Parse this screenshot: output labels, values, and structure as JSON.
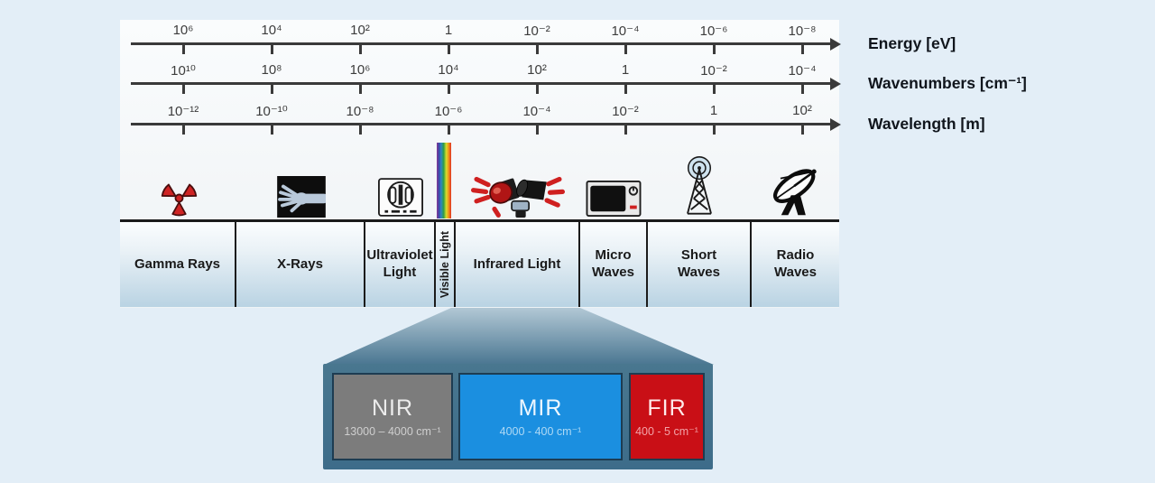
{
  "figure": "electromagnetic-spectrum-diagram",
  "colors": {
    "background": "#e3eef7",
    "axis": "#3a3a3a",
    "band_gradient_bottom": "#b9d3e3",
    "ir_panel": "#3f6e8c",
    "nir_box": "#7c7c7c",
    "mir_box": "#1b8fe0",
    "fir_box": "#c90f16"
  },
  "axes": [
    {
      "label": "Energy [eV]",
      "ticks": [
        "10⁶",
        "10⁴",
        "10²",
        "1",
        "10⁻²",
        "10⁻⁴",
        "10⁻⁶",
        "10⁻⁸"
      ]
    },
    {
      "label": "Wavenumbers [cm⁻¹]",
      "ticks": [
        "10¹⁰",
        "10⁸",
        "10⁶",
        "10⁴",
        "10²",
        "1",
        "10⁻²",
        "10⁻⁴"
      ]
    },
    {
      "label": "Wavelength [m]",
      "ticks": [
        "10⁻¹²",
        "10⁻¹⁰",
        "10⁻⁸",
        "10⁻⁶",
        "10⁻⁴",
        "10⁻²",
        "1",
        "10²"
      ]
    }
  ],
  "bands": [
    {
      "label": "Gamma Rays",
      "icon": "radiation-icon"
    },
    {
      "label": "X-Rays",
      "icon": "xray-hand-icon"
    },
    {
      "label": "Ultraviolet\nLight",
      "icon": "uv-lamp-icon"
    },
    {
      "label": "Visible Light",
      "icon": "spectrum-strip-icon"
    },
    {
      "label": "Infrared Light",
      "icon": "infrared-lamps-icon"
    },
    {
      "label": "Micro\nWaves",
      "icon": "microwave-oven-icon"
    },
    {
      "label": "Short\nWaves",
      "icon": "radio-tower-icon"
    },
    {
      "label": "Radio\nWaves",
      "icon": "satellite-dish-icon"
    }
  ],
  "infrared_detail": {
    "regions": [
      {
        "label": "NIR",
        "range": "13000 – 4000 cm⁻¹",
        "color": "#7c7c7c"
      },
      {
        "label": "MIR",
        "range": "4000 - 400 cm⁻¹",
        "color": "#1b8fe0"
      },
      {
        "label": "FIR",
        "range": "400 - 5 cm⁻¹",
        "color": "#c90f16"
      }
    ]
  }
}
